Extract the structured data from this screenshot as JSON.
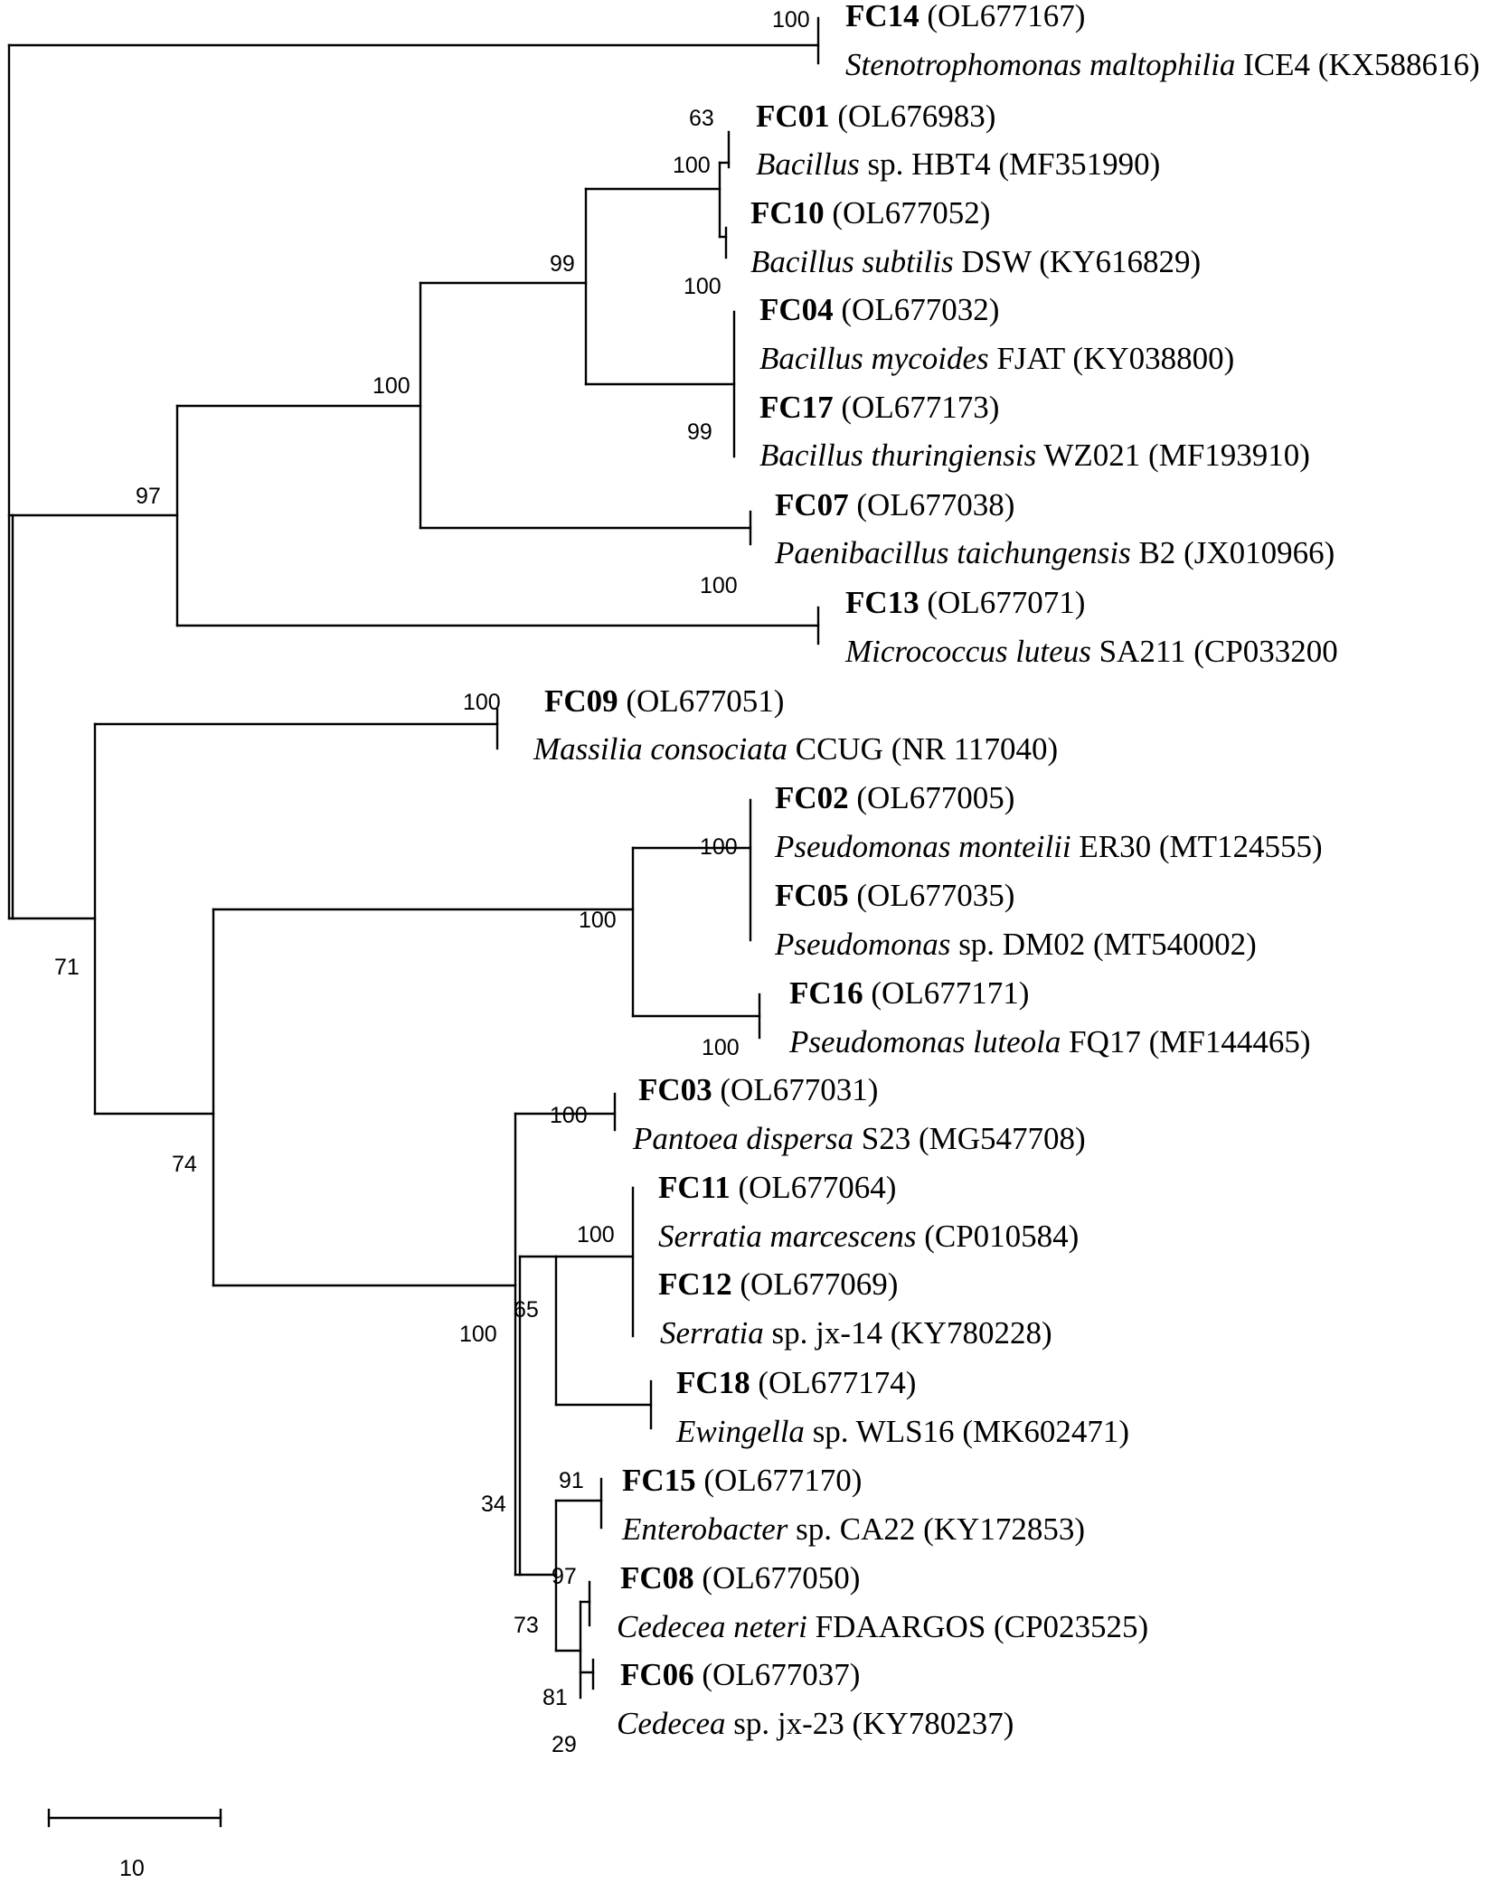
{
  "tree": {
    "taxa": [
      {
        "code": "FC14",
        "accession": "(OL677167)"
      },
      {
        "species": "Stenotrophomonas maltophilia",
        "strain": "ICE4",
        "accession": "(KX588616)"
      },
      {
        "code": "FC01",
        "accession": "(OL676983)"
      },
      {
        "species": "Bacillus",
        "strain": "sp. HBT4",
        "accession": "(MF351990)"
      },
      {
        "code": "FC10",
        "accession": "(OL677052)"
      },
      {
        "species": "Bacillus subtilis",
        "strain": "DSW",
        "accession": "(KY616829)"
      },
      {
        "code": "FC04",
        "accession": "(OL677032)"
      },
      {
        "species": "Bacillus mycoides",
        "strain": "FJAT",
        "accession": "(KY038800)"
      },
      {
        "code": "FC17",
        "accession": "(OL677173)"
      },
      {
        "species": "Bacillus thuringiensis",
        "strain": "WZ021",
        "accession": "(MF193910)"
      },
      {
        "code": "FC07",
        "accession": "(OL677038)"
      },
      {
        "species": "Paenibacillus taichungensis",
        "strain": "B2",
        "accession": "(JX010966)"
      },
      {
        "code": "FC13",
        "accession": "(OL677071)"
      },
      {
        "species": "Micrococcus luteus",
        "strain": "SA211",
        "accession": "(CP033200"
      },
      {
        "code": "FC09",
        "accession": "(OL677051)"
      },
      {
        "species": "Massilia consociata",
        "strain": "CCUG",
        "accession": "(NR 117040)"
      },
      {
        "code": "FC02",
        "accession": "(OL677005)"
      },
      {
        "species": "Pseudomonas monteilii",
        "strain": "ER30",
        "accession": "(MT124555)"
      },
      {
        "code": "FC05",
        "accession": "(OL677035)"
      },
      {
        "species": "Pseudomonas",
        "strain": "sp. DM02",
        "accession": "(MT540002)"
      },
      {
        "code": "FC16",
        "accession": "(OL677171)"
      },
      {
        "species": "Pseudomonas luteola",
        "strain": "FQ17",
        "accession": "(MF144465)"
      },
      {
        "code": "FC03",
        "accession": "(OL677031)"
      },
      {
        "species": "Pantoea dispersa",
        "strain": "S23",
        "accession": "(MG547708)"
      },
      {
        "code": "FC11",
        "accession": "(OL677064)"
      },
      {
        "species": "Serratia marcescens",
        "strain": "",
        "accession": "(CP010584)"
      },
      {
        "code": "FC12",
        "accession": "(OL677069)"
      },
      {
        "species": "Serratia",
        "strain": "sp. jx-14",
        "accession": "(KY780228)"
      },
      {
        "code": "FC18",
        "accession": "(OL677174)"
      },
      {
        "species": "Ewingella",
        "strain": "sp. WLS16",
        "accession": "(MK602471)"
      },
      {
        "code": "FC15",
        "accession": "(OL677170)"
      },
      {
        "species": "Enterobacter",
        "strain": "sp. CA22",
        "accession": "(KY172853)"
      },
      {
        "code": "FC08",
        "accession": "(OL677050)"
      },
      {
        "species": "Cedecea neteri",
        "strain": "FDAARGOS",
        "accession": "(CP023525)"
      },
      {
        "code": "FC06",
        "accession": "(OL677037)"
      },
      {
        "species": "Cedecea",
        "strain": "sp. jx-23",
        "accession": "(KY780237)"
      }
    ],
    "bootstrap": [
      "100",
      "63",
      "100",
      "100",
      "99",
      "100",
      "99",
      "100",
      "97",
      "100",
      "100",
      "100",
      "100",
      "71",
      "100",
      "74",
      "65",
      "100",
      "100",
      "34",
      "91",
      "97",
      "73",
      "81",
      "29"
    ],
    "scale_bar": {
      "label": "10"
    }
  }
}
